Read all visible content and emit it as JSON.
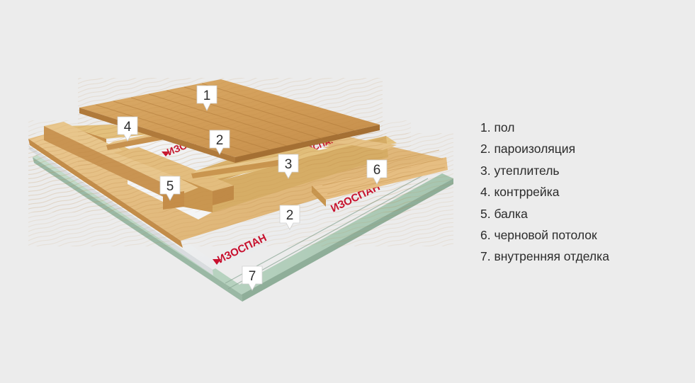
{
  "brand": {
    "name": "ИЗОСПАН",
    "color": "#c8102e"
  },
  "colors": {
    "background": "#ececec",
    "wood_light": "#e2bb7d",
    "wood_mid": "#d7a865",
    "wood_dark": "#b5813f",
    "insulation": "#d9b56c",
    "membrane": "#f2f3f4",
    "finish_board": "#b9d3c2"
  },
  "callouts": [
    {
      "id": "1",
      "text": "1"
    },
    {
      "id": "2",
      "text": "2"
    },
    {
      "id": "3",
      "text": "3"
    },
    {
      "id": "4",
      "text": "4"
    },
    {
      "id": "5",
      "text": "5"
    },
    {
      "id": "6",
      "text": "6"
    },
    {
      "id": "2b",
      "text": "2"
    },
    {
      "id": "7",
      "text": "7"
    }
  ],
  "legend": [
    {
      "text": "1. пол"
    },
    {
      "text": "2. пароизоляция"
    },
    {
      "text": "3. утеплитель"
    },
    {
      "text": "4. контррейка"
    },
    {
      "text": "5. балка"
    },
    {
      "text": "6. черновой потолок"
    },
    {
      "text": "7. внутренняя отделка"
    }
  ]
}
